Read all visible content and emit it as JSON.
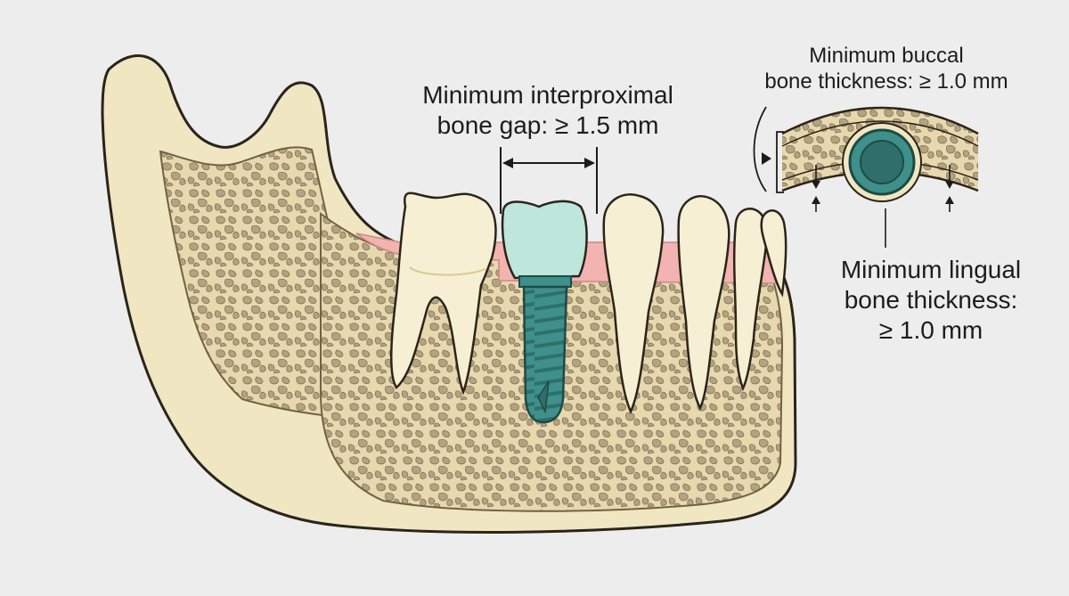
{
  "labels": {
    "interproximal": {
      "line1": "Minimum interproximal",
      "line2": "bone gap: ≥ 1.5 mm"
    },
    "buccal": {
      "line1": "Minimum buccal",
      "line2": "bone thickness: ≥ 1.0 mm"
    },
    "lingual": {
      "line1": "Minimum lingual",
      "line2": "bone thickness:",
      "line3": "≥ 1.0 mm"
    }
  },
  "colors": {
    "background": "#ededed",
    "bone_cortical": "#f1e6c2",
    "bone_cancellous": "#e7d8ae",
    "trabecula": "#b3a382",
    "gum": "#f2b3b1",
    "tooth": "#f6efd3",
    "implant_crown": "#bfe6da",
    "implant": "#3f8f8a",
    "outline": "#2a241b"
  }
}
